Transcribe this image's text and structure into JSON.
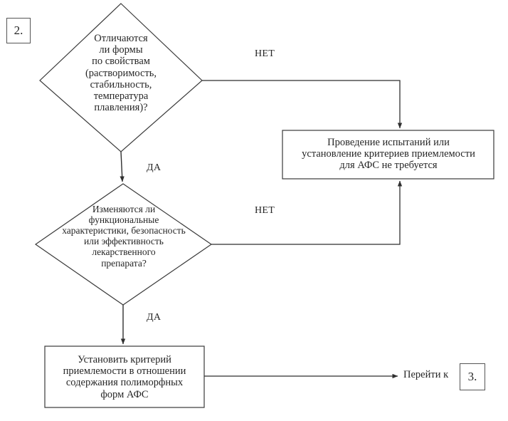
{
  "diagram": {
    "title_step": "2.",
    "next_step": "3.",
    "goto_text": "Перейти к",
    "nodes": [
      {
        "id": "decision-1",
        "shape": "diamond",
        "text": "Отличаются\nли формы\nпо свойствам\n(растворимость,\nстабильность,\nтемпература\nплавления)?"
      },
      {
        "id": "decision-2",
        "shape": "diamond",
        "text": "Изменяются ли\nфункциональные\nхарактеристики, безопасность\nили эффективность\nлекарственного\nпрепарата?"
      },
      {
        "id": "process-no-testing",
        "shape": "rectangle",
        "text": "Проведение испытаний или\nустановление критериев приемлемости\nдля АФС не требуется"
      },
      {
        "id": "process-set-criteria",
        "shape": "rectangle",
        "text": "Установить критерий\nприемлемости в отношении\nсодержания полиморфных\nформ АФС"
      }
    ],
    "edges": [
      {
        "id": "edge-d1-no",
        "label": "НЕТ",
        "from": "decision-1",
        "to": "process-no-testing"
      },
      {
        "id": "edge-d1-yes",
        "label": "ДА",
        "from": "decision-1",
        "to": "decision-2"
      },
      {
        "id": "edge-d2-no",
        "label": "НЕТ",
        "from": "decision-2",
        "to": "process-no-testing"
      },
      {
        "id": "edge-d2-yes",
        "label": "ДА",
        "from": "decision-2",
        "to": "process-set-criteria"
      },
      {
        "id": "edge-goto",
        "label": "",
        "from": "process-set-criteria",
        "to": "step-3"
      }
    ],
    "colors": {
      "background": "#ffffff",
      "stroke": "#3a3a3a",
      "text": "#262626"
    }
  }
}
